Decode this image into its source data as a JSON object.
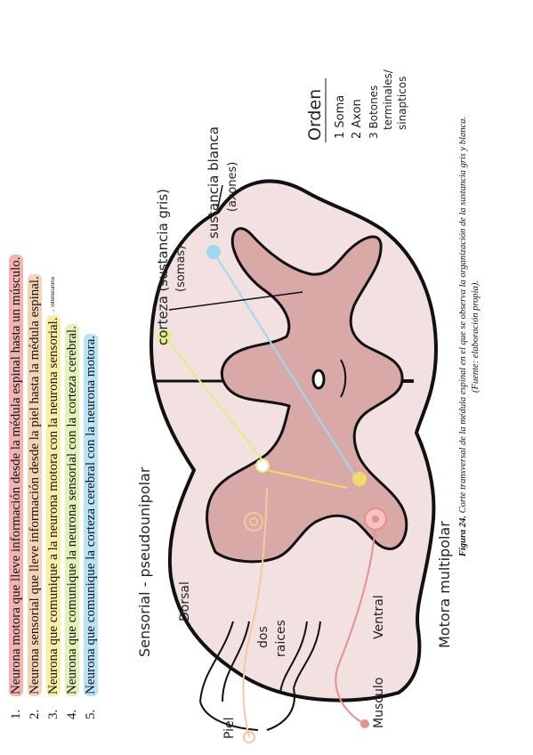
{
  "list_items": [
    {
      "num": "1.",
      "text": "Neurona motora que lleve información desde la médula espinal hasta un músculo.",
      "color": "#f2b3b3"
    },
    {
      "num": "2.",
      "text": "Neurona sensorial que lleve información desde la piel hasta la médula espinal.",
      "color": "#f7d3b6"
    },
    {
      "num": "3.",
      "text": "Neurona que comunique a la neurona motora con la neurona sensorial.",
      "color": "#fbeea4",
      "note": "interneurona"
    },
    {
      "num": "4.",
      "text": "Neurona que comunique la neurona sensorial con la corteza cerebral.",
      "color": "#e3f3b8"
    },
    {
      "num": "5.",
      "text": "Neurona que comunique la corteza cerebral con la neurona motora.",
      "color": "#b9e3f7"
    }
  ],
  "labels": {
    "corteza": "corteza (sustancia gris)",
    "somas": "(somas)",
    "sustancia_blanca": "sustancia blanca",
    "axones": "(axones)",
    "orden_title": "Orden",
    "orden_1": "1 Soma",
    "orden_2": "2 Axon",
    "orden_3a": "3 Botones",
    "orden_3b": "terminales/",
    "orden_3c": "sinapticos",
    "sensorial": "Sensorial - pseudounipolar",
    "dorsal": "Dorsal",
    "dos": "dos",
    "raices": "raices",
    "ventral": "Ventral",
    "motora": "Motora multipolar",
    "piel": "Piel",
    "musculo": "Musculo"
  },
  "caption": {
    "fig": "Figura 24.",
    "text": " Corte transversal de la médula espinal en el que se observa la organización de la sustancia gris y blanca.",
    "source": "(Fuente: elaboración propia)."
  },
  "colors": {
    "white_matter": "#f3e0e0",
    "gray_matter": "#d9a9a7",
    "motor": "#e88e8e",
    "sensory": "#f5c9a0",
    "inter": "#f1da6a",
    "to_cortex": "#dfee88",
    "from_cortex": "#9fd9f0"
  }
}
